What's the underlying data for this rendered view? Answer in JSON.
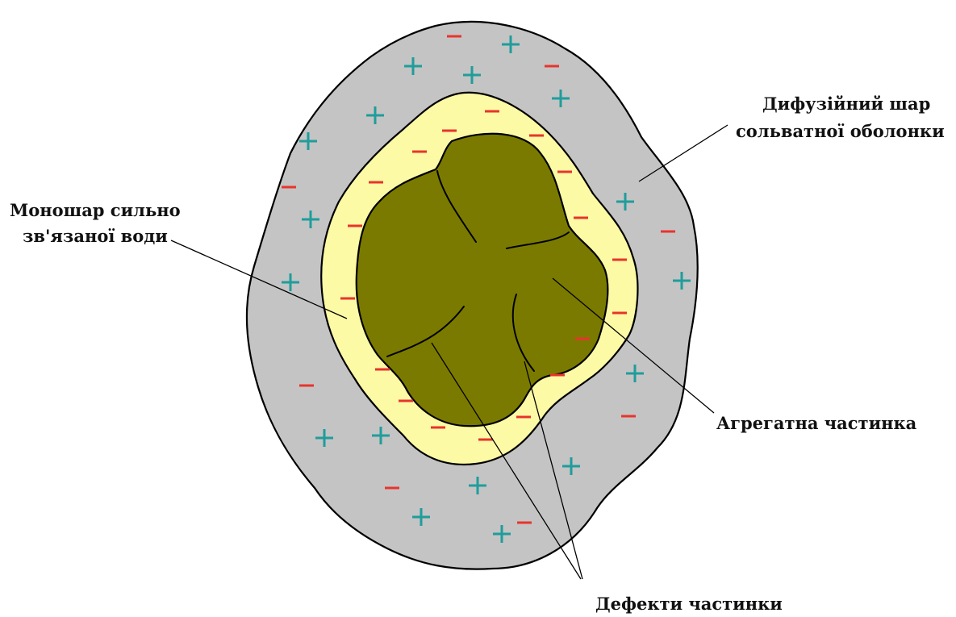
{
  "labels": {
    "diffuse_layer_line1": "Дифузійний шар",
    "diffuse_layer_line2": "сольватної оболонки",
    "monolayer_line1": "Моношар сильно",
    "monolayer_line2": "зв'язаної води",
    "aggregate_particle": "Агрегатна частинка",
    "particle_defects": "Дефекти частинки"
  },
  "colors": {
    "diffuse_layer": "#c4c4c4",
    "bound_water_layer": "#fdfaa6",
    "particle": "#7a7a00",
    "plus_sign": "#1f9d9b",
    "minus_sign": "#e8342c",
    "outline": "#000000"
  },
  "icons": {
    "plus": "plus-charge-icon",
    "minus": "minus-charge-icon"
  }
}
